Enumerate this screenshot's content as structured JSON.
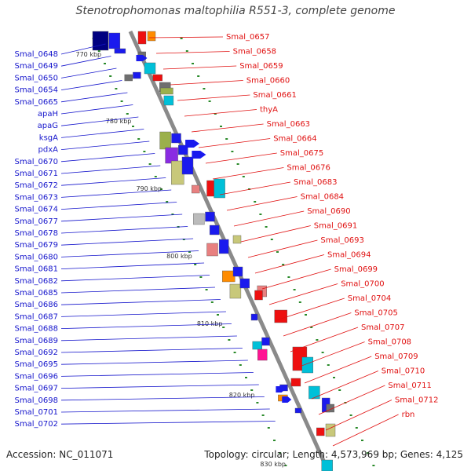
{
  "title": "Stenotrophomonas maltophilia R551-3, complete genome",
  "footer": {
    "accession": "Accession: NC_011071",
    "topology": "Topology: circular; Length: 4,573,969 bp; Genes: 4,125"
  },
  "colors": {
    "left_labels": "#1515cc",
    "right_labels": "#e01010",
    "backbone": "#8a8a8a",
    "ticks": "#2a8a2a"
  },
  "scale_labels": [
    "770 kbp",
    "780 kbp",
    "790 kbp",
    "800 kbp",
    "810 kbp",
    "820 kbp",
    "830 kbp"
  ],
  "left_labels": [
    "Smal_0648",
    "Smal_0649",
    "Smal_0650",
    "Smal_0654",
    "Smal_0665",
    "apaH",
    "apaG",
    "ksgA",
    "pdxA",
    "Smal_0670",
    "Smal_0671",
    "Smal_0672",
    "Smal_0673",
    "Smal_0674",
    "Smal_0677",
    "Smal_0678",
    "Smal_0679",
    "Smal_0680",
    "Smal_0681",
    "Smal_0682",
    "Smal_0685",
    "Smal_0686",
    "Smal_0687",
    "Smal_0688",
    "Smal_0689",
    "Smal_0692",
    "Smal_0695",
    "Smal_0696",
    "Smal_0697",
    "Smal_0698",
    "Smal_0701",
    "Smal_0702"
  ],
  "right_labels": [
    "Smal_0657",
    "Smal_0658",
    "Smal_0659",
    "Smal_0660",
    "Smal_0661",
    "thyA",
    "Smal_0663",
    "Smal_0664",
    "Smal_0675",
    "Smal_0676",
    "Smal_0683",
    "Smal_0684",
    "Smal_0690",
    "Smal_0691",
    "Smal_0693",
    "Smal_0694",
    "Smal_0699",
    "Smal_0700",
    "Smal_0704",
    "Smal_0705",
    "Smal_0707",
    "Smal_0708",
    "Smal_0709",
    "Smal_0710",
    "Smal_0711",
    "Smal_0712",
    "rbn"
  ]
}
